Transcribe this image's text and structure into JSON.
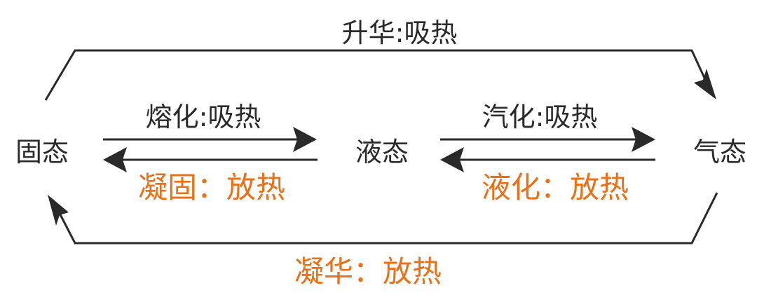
{
  "states": {
    "solid": "固态",
    "liquid": "液态",
    "gas": "气态"
  },
  "processes": {
    "sublimation": "升华:吸热",
    "melting": "熔化:吸热",
    "solidification": "凝固：放热",
    "vaporization": "汽化:吸热",
    "liquefaction": "液化：放热",
    "deposition": "凝华：放热"
  },
  "colors": {
    "absorb_text": "#2a2a2a",
    "release_text": "#e8711a",
    "lines": "#2a2a2a"
  }
}
